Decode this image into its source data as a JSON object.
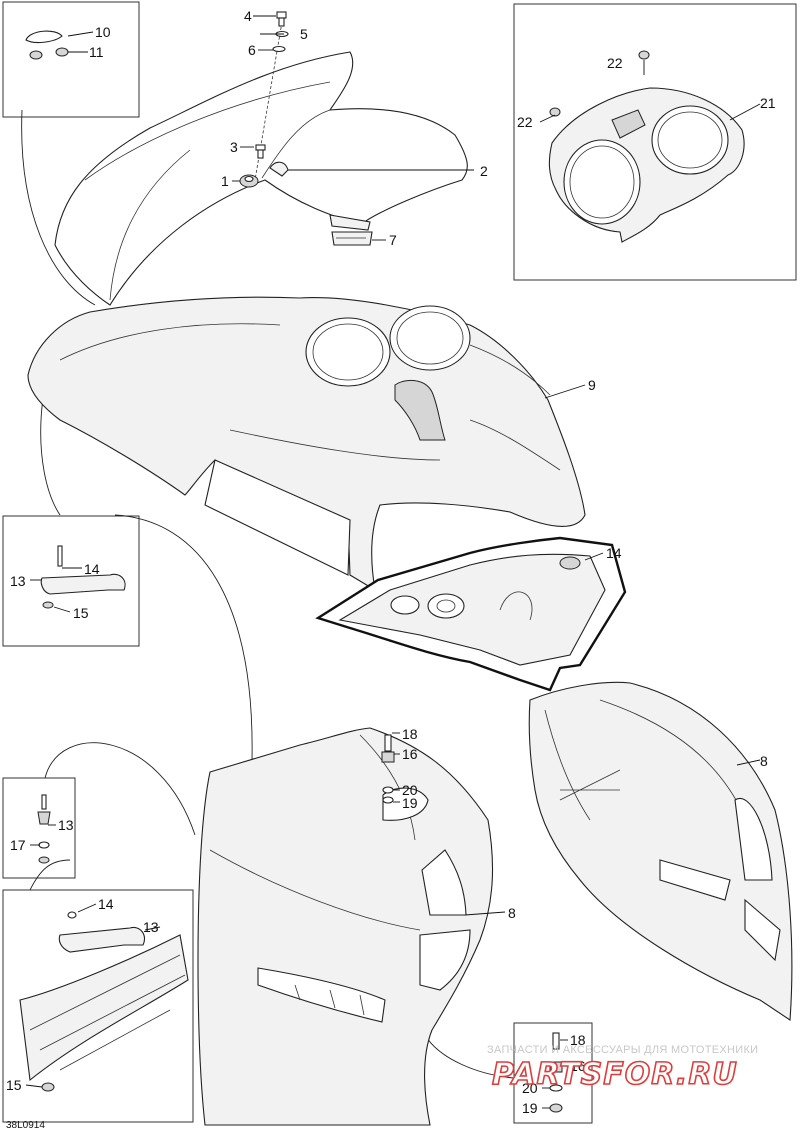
{
  "diagram_code": "38L0914",
  "watermark": {
    "line1": "ЗАПЧАСТИ И АКСЕССУАРЫ ДЛЯ МОТОТЕХНИКИ",
    "line2": "PARTSFOR.RU"
  },
  "callouts": {
    "c1": "1",
    "c2": "2",
    "c3": "3",
    "c4": "4",
    "c5": "5",
    "c6": "6",
    "c7": "7",
    "c8a": "8",
    "c8b": "8",
    "c9": "9",
    "c10": "10",
    "c11": "11",
    "c13a": "13",
    "c13b": "13",
    "c13c": "13",
    "c14a": "14",
    "c14b": "14",
    "c14c": "14",
    "c15a": "15",
    "c15b": "15",
    "c16a": "16",
    "c16b": "16",
    "c17": "17",
    "c18a": "18",
    "c18b": "18",
    "c19a": "19",
    "c19b": "19",
    "c20a": "20",
    "c20b": "20",
    "c21": "21",
    "c22a": "22",
    "c22b": "22"
  }
}
